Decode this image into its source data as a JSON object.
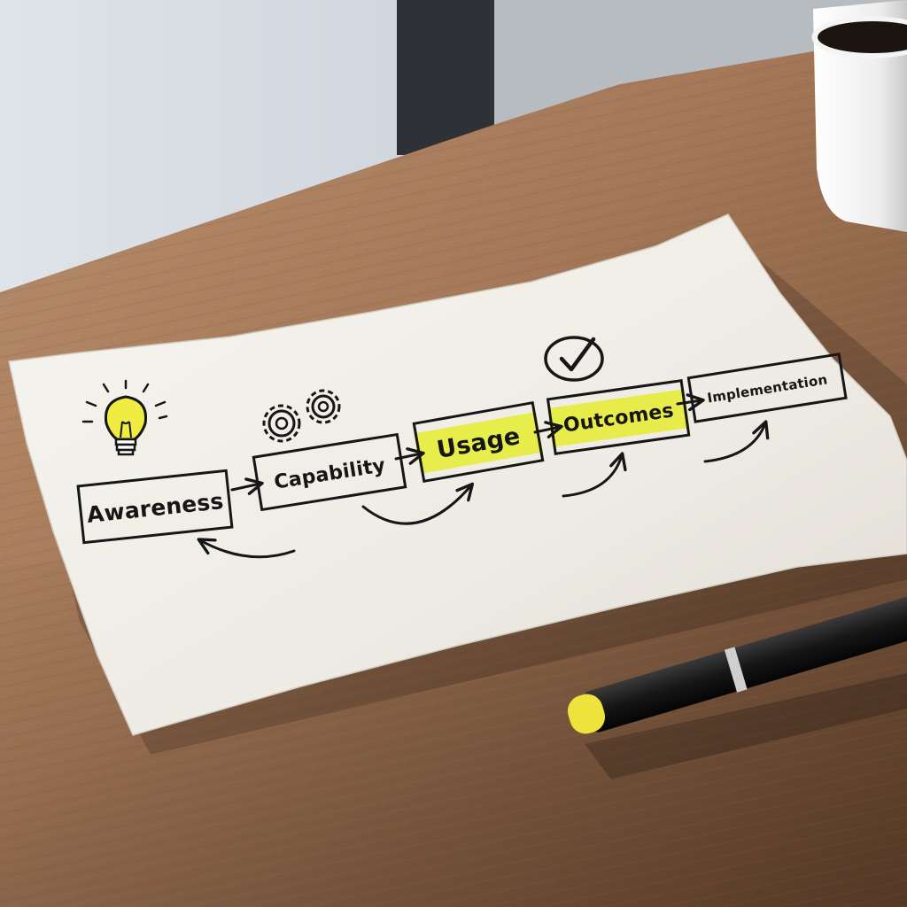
{
  "scene": {
    "stages": [
      {
        "label": "Awareness",
        "highlight": false,
        "icon": "lightbulb-icon"
      },
      {
        "label": "Capability",
        "highlight": false,
        "icon": "gears-icon"
      },
      {
        "label": "Usage",
        "highlight": true,
        "icon": ""
      },
      {
        "label": "Outcomes",
        "highlight": true,
        "icon": "checkmark-icon"
      },
      {
        "label": "Implementation",
        "highlight": false,
        "icon": ""
      }
    ],
    "colors": {
      "paper": "#f3f0ea",
      "ink": "#161616",
      "highlighter": "#e6ec3a",
      "desk": "#9a7052",
      "mug": "#f2f2f2",
      "marker_cap": "#f0e23c",
      "marker_body": "#1b1b1b"
    }
  }
}
